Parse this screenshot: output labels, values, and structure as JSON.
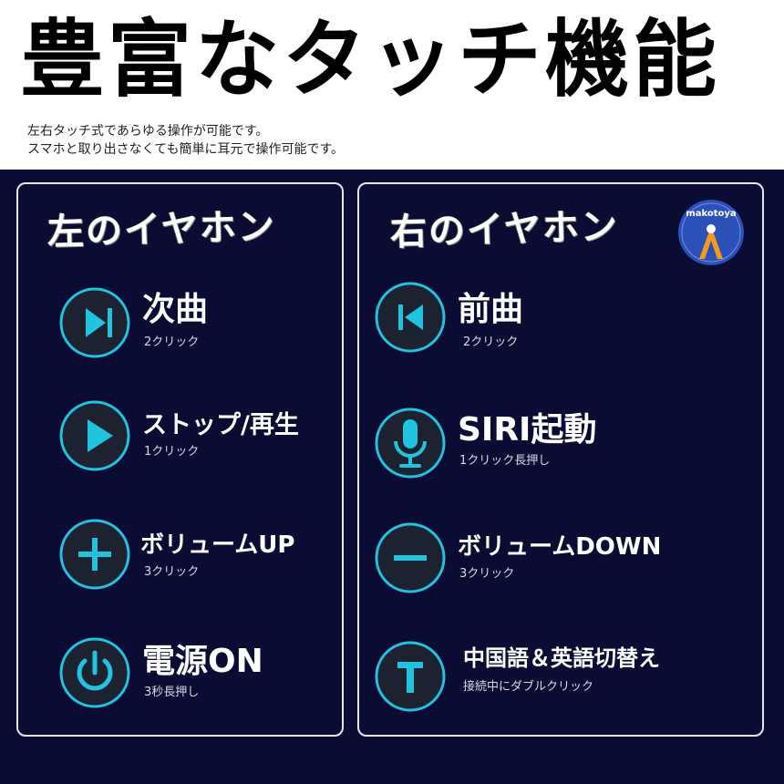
{
  "header": {
    "title": "豊富なタッチ機能",
    "subtitle_lines": [
      "左右タッチ式であらゆる操作が可能です。",
      "スマホと取り出さなくても簡単に耳元で操作可能です。"
    ]
  },
  "logo": {
    "text": "makotoya"
  },
  "colors": {
    "accent": "#21c3df",
    "background": "#0b0c33",
    "icon_fill": "#1c2230",
    "logo_blue": "#2b51b8",
    "logo_orange": "#f39a1c"
  },
  "left_panel": {
    "title": "左のイヤホン",
    "items": [
      {
        "icon": "next-track-icon",
        "label": "次曲",
        "sub": "2クリック"
      },
      {
        "icon": "play-icon",
        "label": "ストップ/再生",
        "sub": "1クリック"
      },
      {
        "icon": "plus-icon",
        "label": "ボリュームUP",
        "sub": "3クリック"
      },
      {
        "icon": "power-icon",
        "label": "電源ON",
        "sub": "3秒長押し"
      }
    ]
  },
  "right_panel": {
    "title": "右のイヤホン",
    "items": [
      {
        "icon": "previous-track-icon",
        "label": "前曲",
        "sub": "2クリック"
      },
      {
        "icon": "microphone-icon",
        "label": "SIRI起動",
        "sub": "1クリック長押し"
      },
      {
        "icon": "minus-icon",
        "label": "ボリュームDOWN",
        "sub": "3クリック"
      },
      {
        "icon": "letter-t-icon",
        "label": "中国語＆英語切替え",
        "sub": "接続中にダブルクリック"
      }
    ]
  }
}
